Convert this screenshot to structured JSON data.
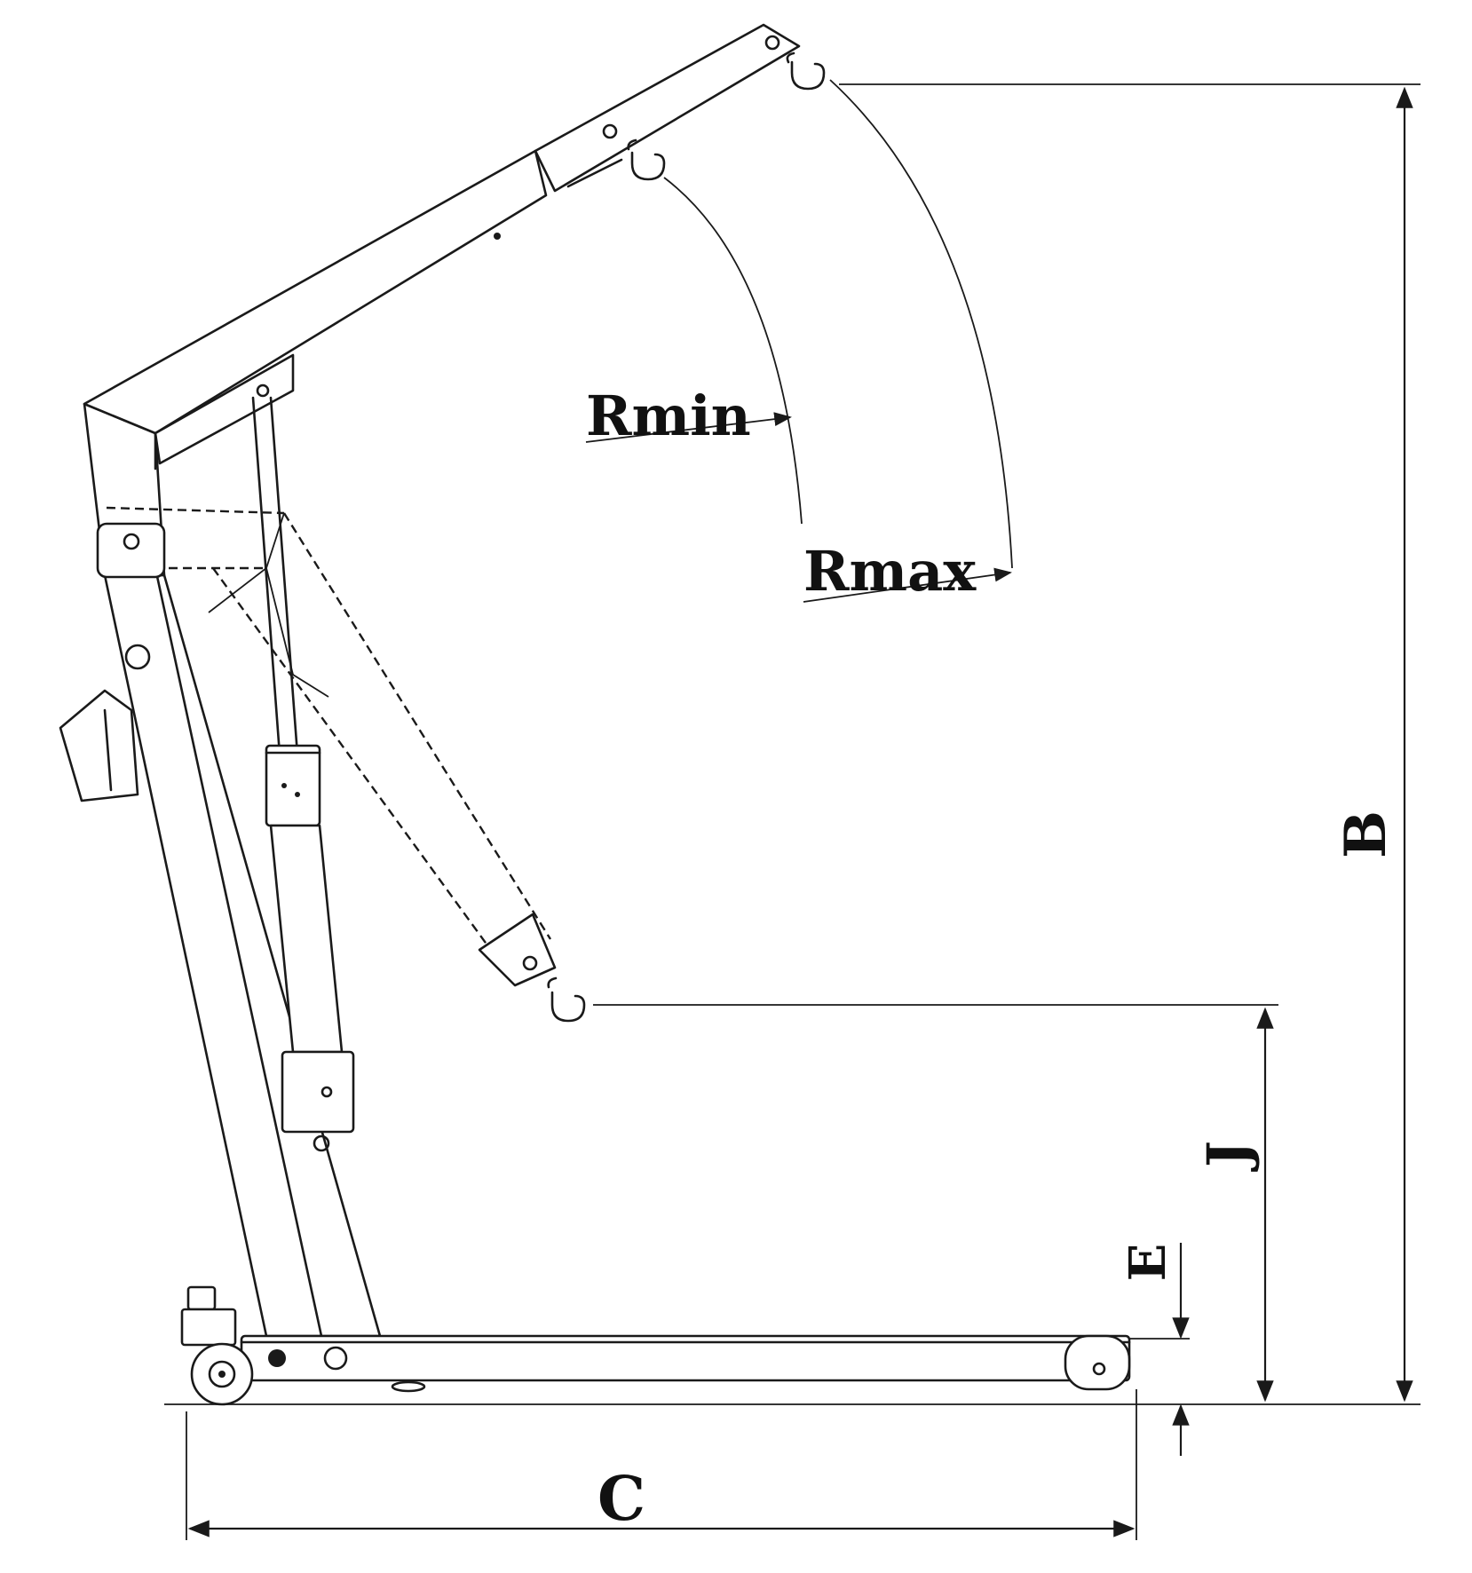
{
  "labels": {
    "r_min": "Rmin",
    "r_max": "Rmax",
    "dim_b": "B",
    "dim_j": "J",
    "dim_e": "E",
    "dim_c": "C"
  }
}
